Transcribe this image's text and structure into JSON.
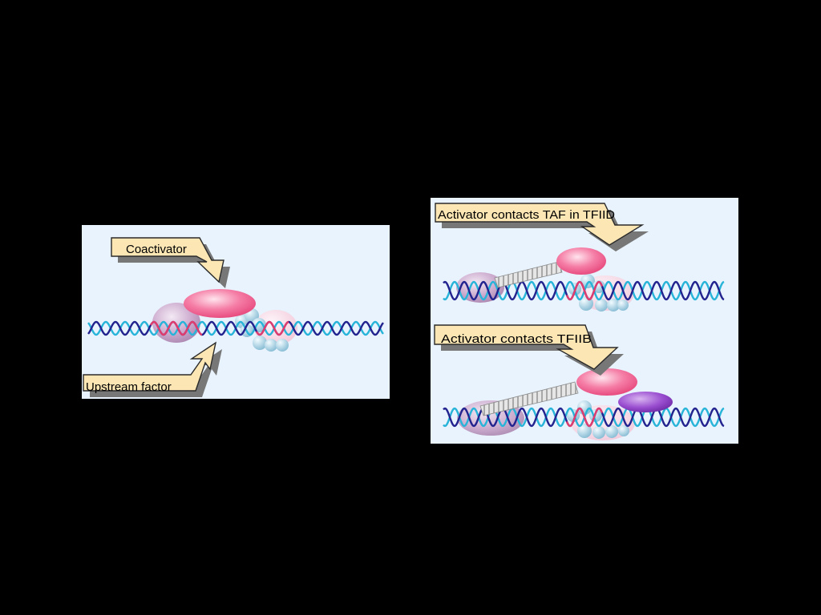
{
  "colors": {
    "background": "#000000",
    "panel": "#e8f3fd",
    "arrow_fill": "#fbe6b4",
    "arrow_stroke": "#2a2a2a",
    "arrow_shadow": "#777777",
    "dna_dark": "#22238f",
    "dna_light": "#28b4d8",
    "dna_highlight": "#e03c6e",
    "coactivator": "#f25a8e",
    "upstream_factor": "#b48ab8",
    "tf_bubble": "#9ec8dc",
    "tfiib": "#8a3cc0",
    "connector": "#c7c7c7"
  },
  "left_panel": {
    "coactivator_label": "Coactivator",
    "upstream_label": "Upstream factor"
  },
  "right_panel": {
    "taf_label": "Activator contacts TAF in TFIID",
    "tfiib_label": "Activator contacts TFIIB"
  }
}
